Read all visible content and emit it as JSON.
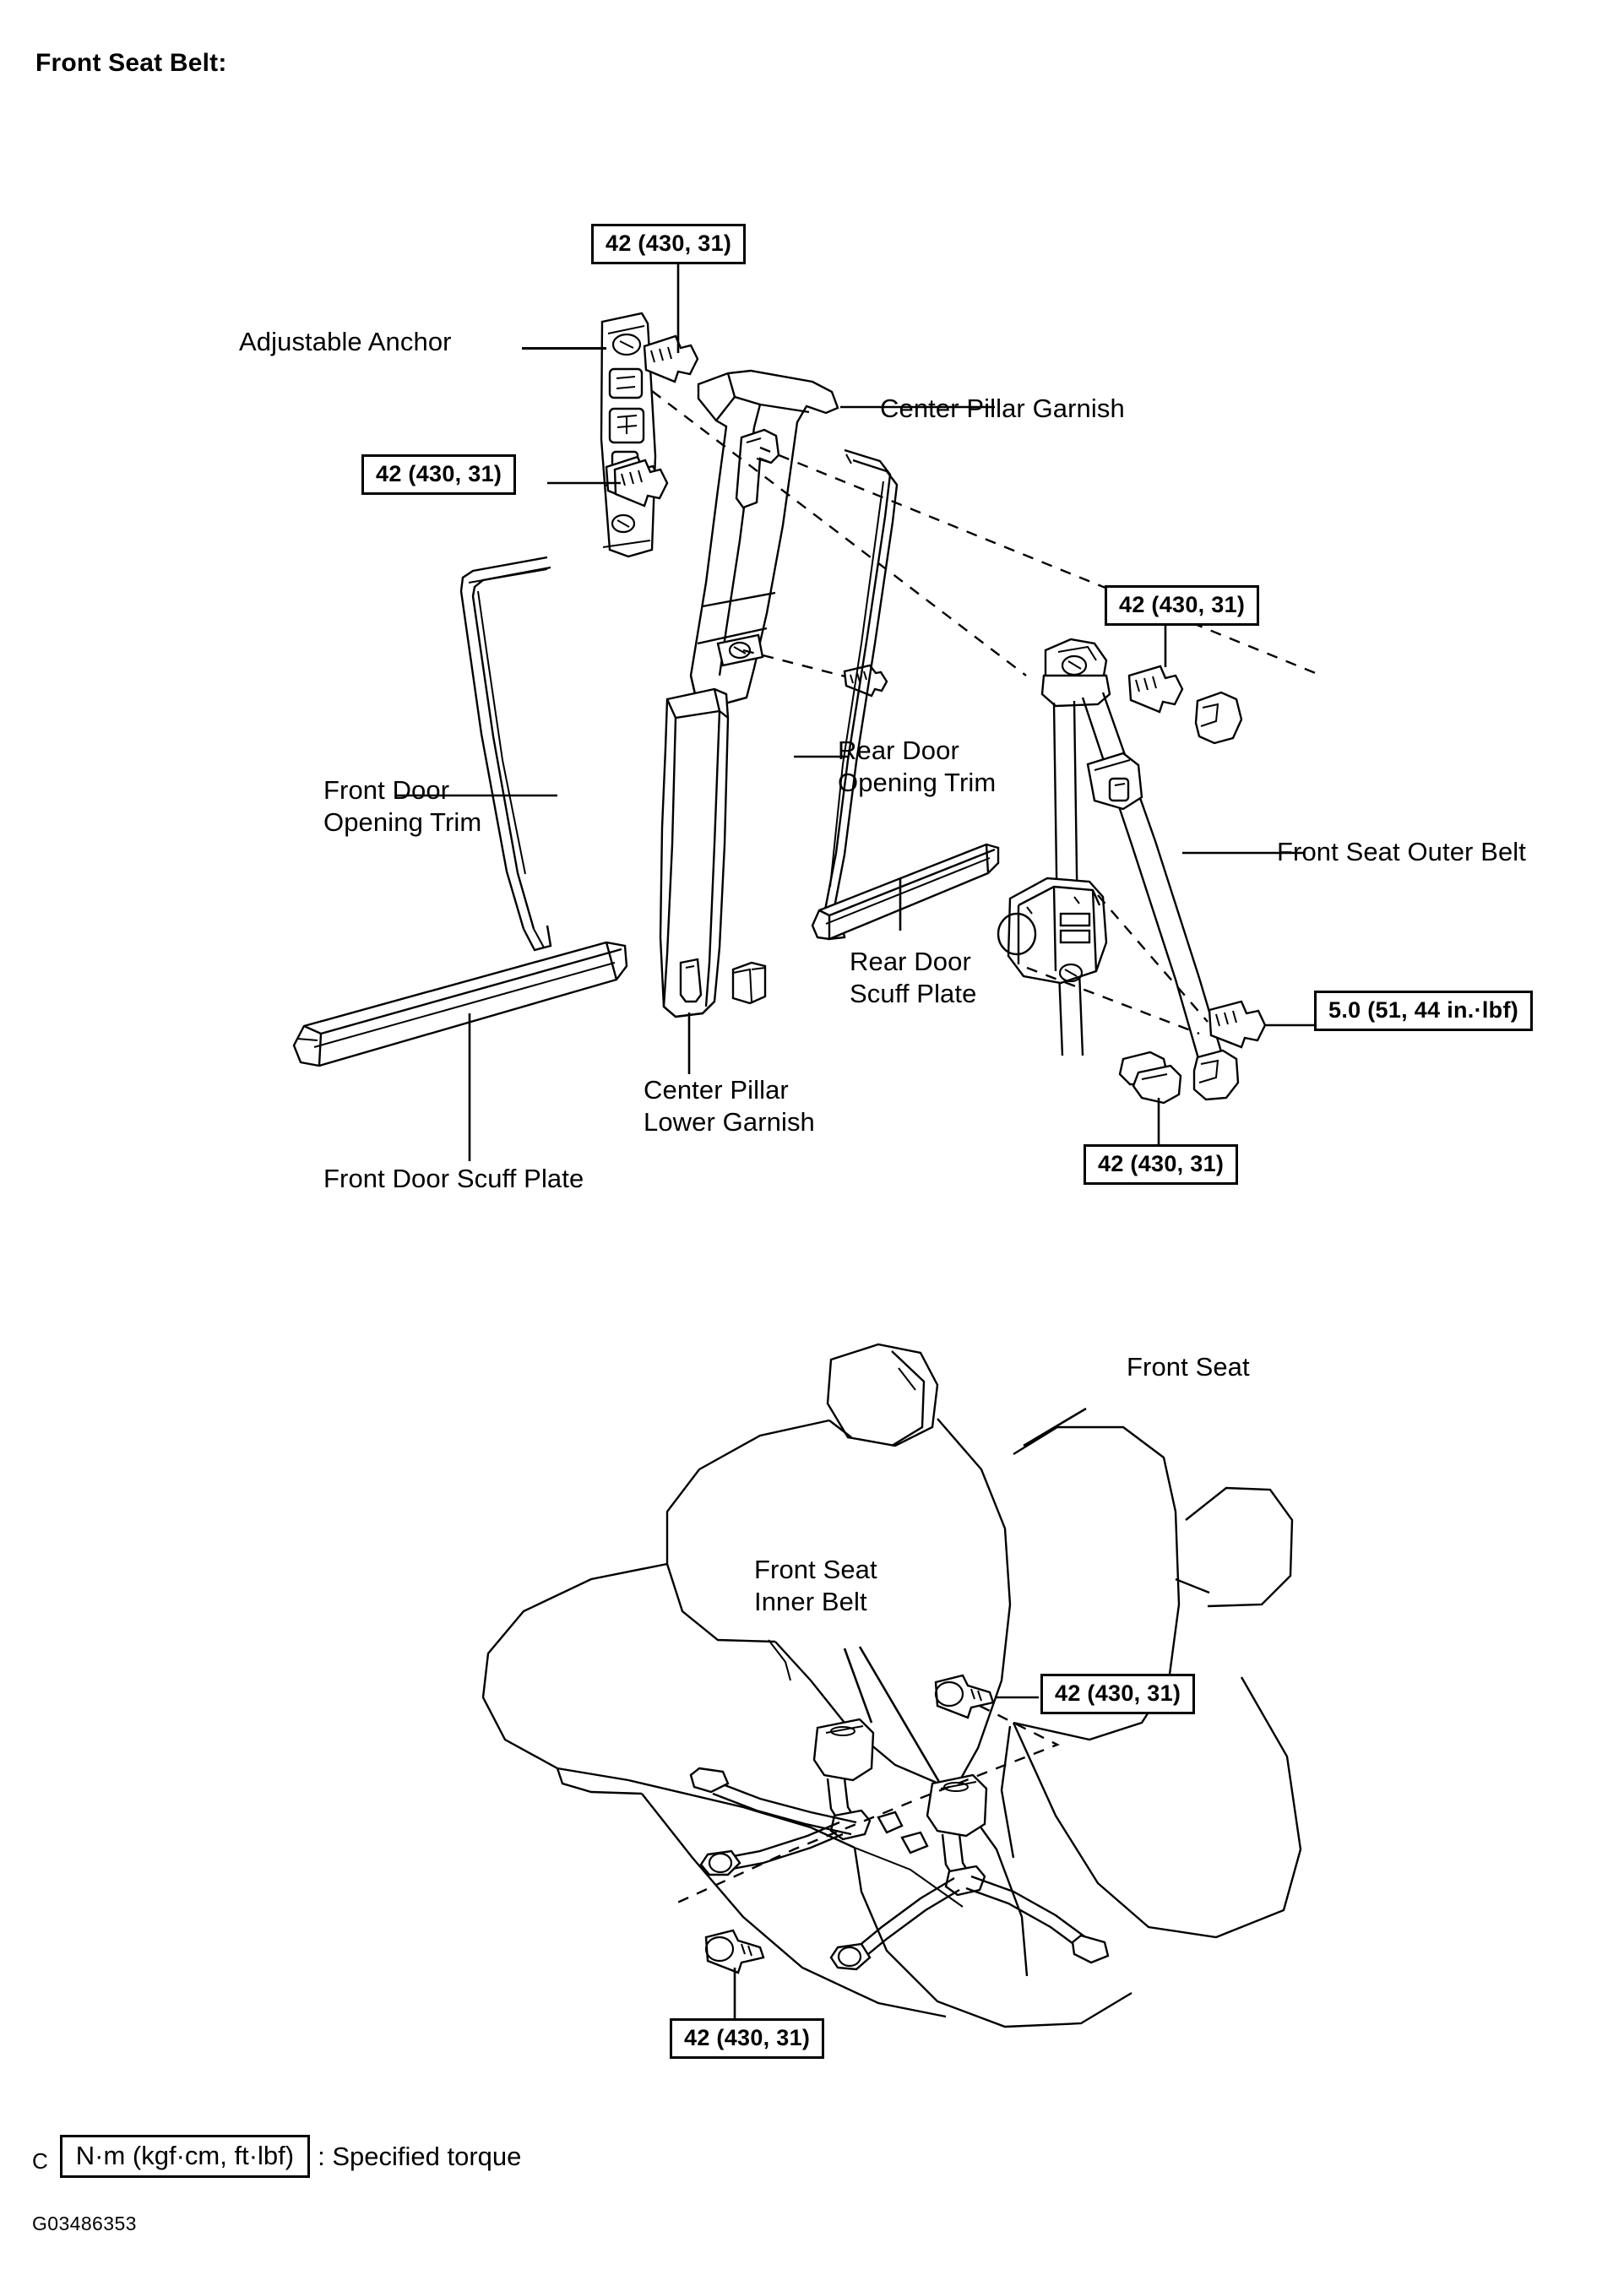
{
  "document": {
    "title": "Front Seat Belt:",
    "figure_id": "G03486353"
  },
  "legend": {
    "marker": "C",
    "box_text": "N·m (kgf·cm, ft·lbf)",
    "description": ": Specified torque"
  },
  "upper_diagram": {
    "name": "front-seat-belt-trim-exploded-view",
    "callouts": [
      {
        "id": "adjustable-anchor",
        "text": "Adjustable Anchor"
      },
      {
        "id": "center-pillar-garnish",
        "text": "Center Pillar Garnish"
      },
      {
        "id": "front-door-opening-trim",
        "text": "Front Door\nOpening Trim"
      },
      {
        "id": "rear-door-opening-trim",
        "text": "Rear Door\nOpening Trim"
      },
      {
        "id": "front-seat-outer-belt",
        "text": "Front Seat Outer Belt"
      },
      {
        "id": "rear-door-scuff-plate",
        "text": "Rear Door\nScuff Plate"
      },
      {
        "id": "center-pillar-lower-garnish",
        "text": "Center Pillar\nLower Garnish"
      },
      {
        "id": "front-door-scuff-plate",
        "text": "Front Door Scuff Plate"
      }
    ],
    "torque_specs": [
      {
        "id": "anchor-upper-bolt",
        "text": "42 (430, 31)"
      },
      {
        "id": "anchor-lower-bolt",
        "text": "42 (430, 31)"
      },
      {
        "id": "outer-belt-upper-bolt",
        "text": "42 (430, 31)"
      },
      {
        "id": "retractor-screw",
        "text": "5.0 (51, 44 in.·lbf)"
      },
      {
        "id": "outer-belt-lower-bolt",
        "text": "42 (430, 31)"
      }
    ]
  },
  "lower_diagram": {
    "name": "front-seat-inner-belt-exploded-view",
    "callouts": [
      {
        "id": "front-seat",
        "text": "Front Seat"
      },
      {
        "id": "front-seat-inner-belt",
        "text": "Front Seat\nInner Belt"
      }
    ],
    "torque_specs": [
      {
        "id": "inner-belt-right-bolt",
        "text": "42 (430, 31)"
      },
      {
        "id": "inner-belt-left-bolt",
        "text": "42 (430, 31)"
      }
    ]
  }
}
